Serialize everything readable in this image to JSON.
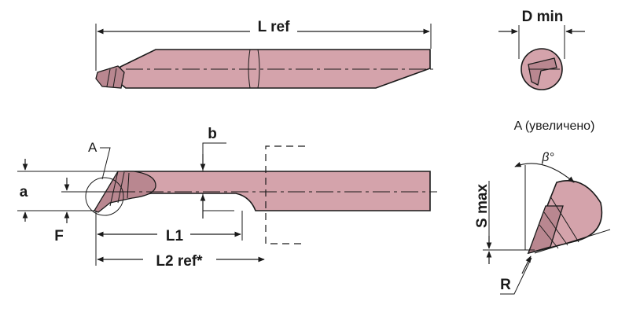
{
  "labels": {
    "l_ref": "L ref",
    "d_min": "D min",
    "detail_title": "A (увеличено)",
    "b": "b",
    "a": "a",
    "f": "F",
    "detail_marker": "A",
    "l1": "L1",
    "l2_ref": "L2 ref*",
    "s_max": "S max",
    "r": "R",
    "beta": "β°"
  },
  "colors": {
    "tool_body": "#d4a3ab",
    "tool_shade": "#b98790",
    "line": "#1a1a1a"
  }
}
